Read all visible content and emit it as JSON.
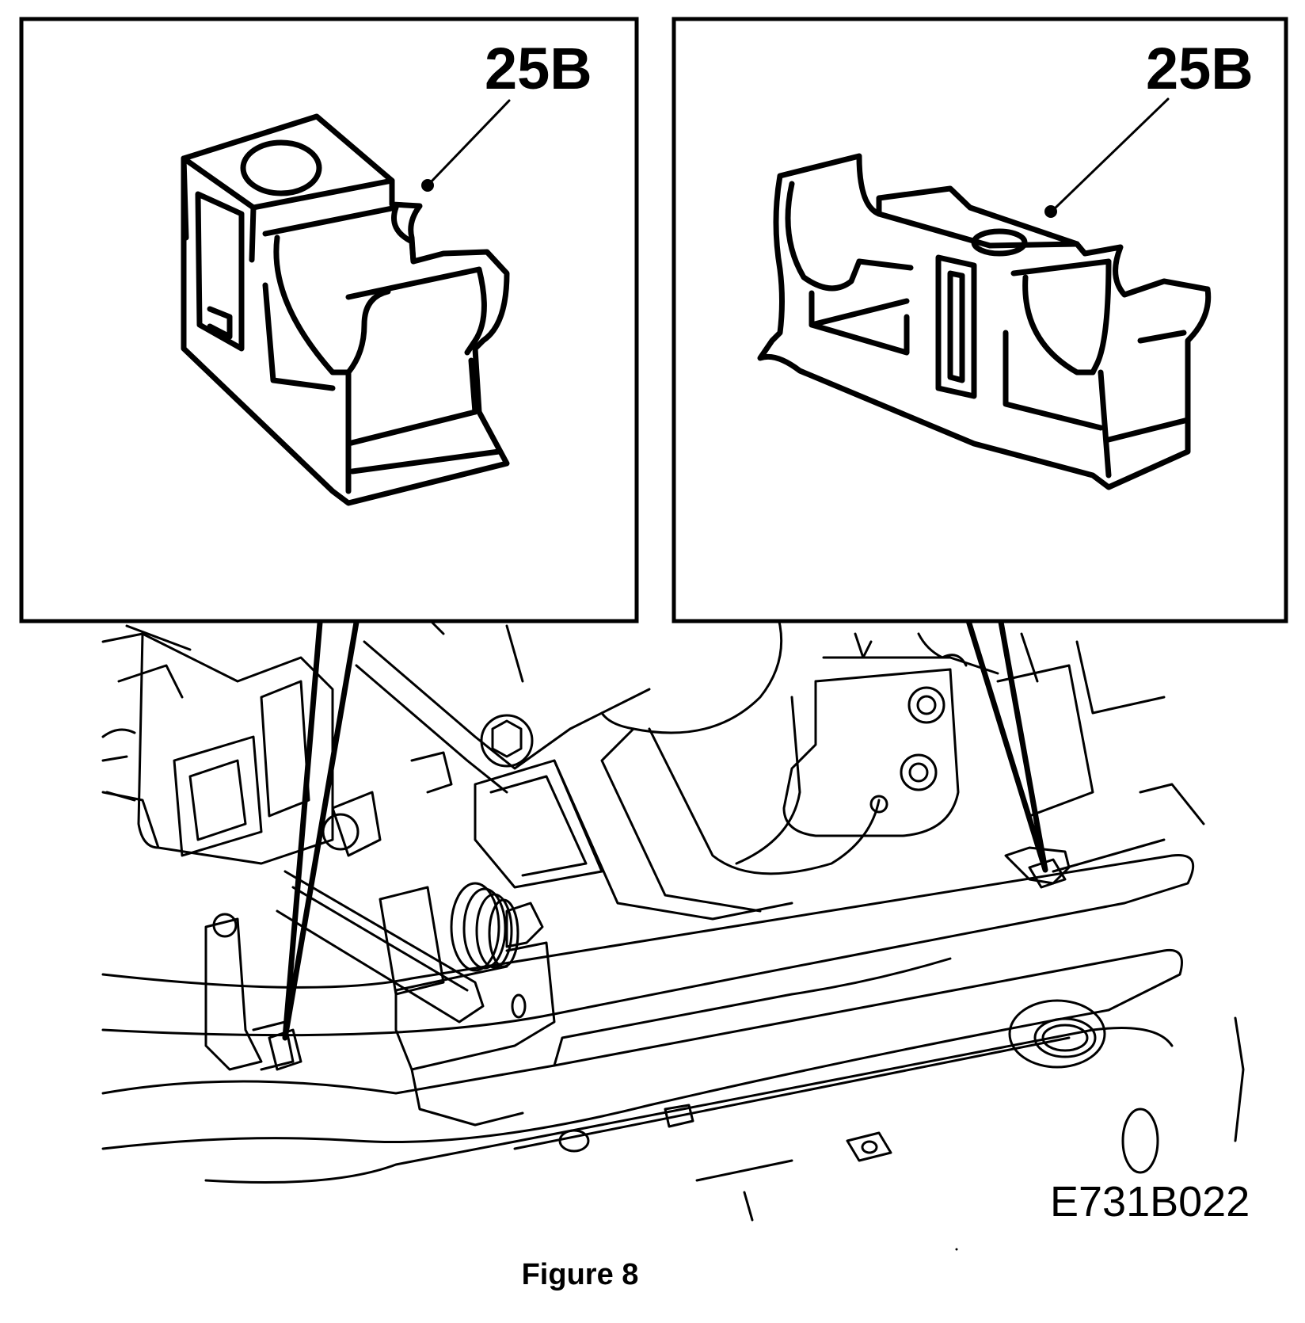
{
  "left_inset": {
    "part_label": "25B"
  },
  "right_inset": {
    "part_label": "25B"
  },
  "figure_code": "E731B022",
  "caption": "Figure 8"
}
